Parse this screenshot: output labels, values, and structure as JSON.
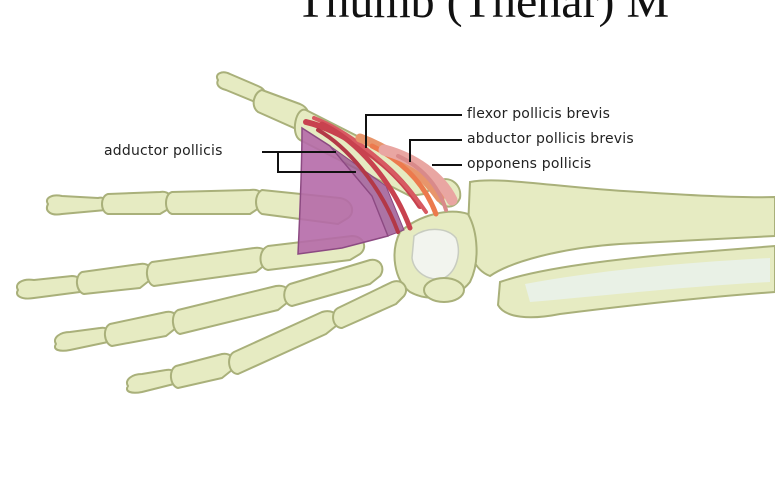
{
  "title": "Thumb (Thenar) M",
  "labels": {
    "adductor": "adductor pollicis",
    "flexor": "flexor pollicis brevis",
    "abductor": "abductor pollicis brevis",
    "opponens": "opponens pollicis"
  },
  "colors": {
    "bone_fill": "#e6ebc2",
    "bone_stroke": "#a9b07a",
    "adductor_fill": "#b56aa8",
    "flexor_red": "#c8424f",
    "abductor_orange": "#e8956b",
    "opponens_pink": "#e9a6a2",
    "carpal_highlight": "#f2f4ee",
    "leader_line": "#111111"
  }
}
